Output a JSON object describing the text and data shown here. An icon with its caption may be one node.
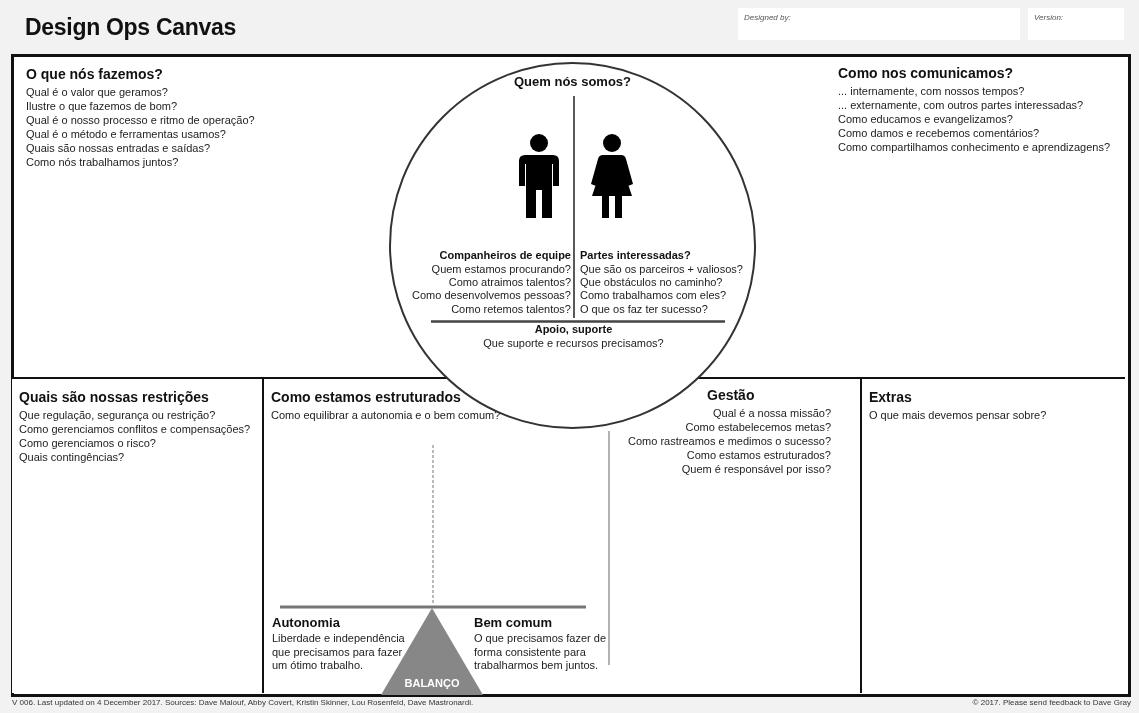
{
  "diagram": {
    "title": "Design Ops Canvas",
    "nodes": [
      {
        "text": [
          "O que nós fazemos?",
          "Qual é o valor que geramos?",
          "Ilustre o que fazemos de bom?",
          "Qual é o nosso processo e ritmo de operação?",
          "Qual é o método e ferramentas usamos?",
          "Quais são nossas entradas e saídas?",
          "Como nós trabalhamos juntos?"
        ]
      },
      {
        "text": [
          "Como nos comunicamos?",
          "... internamente, com nossos tempos?",
          "... externamente, com outros partes interessadas?",
          "Como educamos e evangelizamos?",
          "Como damos e recebemos comentários?",
          "Como compartilhamos conhecimento e aprendizagens?"
        ]
      },
      {
        "text": [
          "Quem nós somos?"
        ]
      },
      {
        "text": [
          "Companheiros de equipe",
          "Quem estamos procurando?",
          "Como atraimos talentos?",
          "Como desenvolvemos pessoas?",
          "Como retemos talentos?"
        ],
        "in": 2
      },
      {
        "text": [
          "Partes interessadas?",
          "Que são os parceiros + valiosos?",
          "Que obstáculos no caminho?",
          "Como trabalhamos com eles?",
          "O que os faz ter sucesso?"
        ],
        "in": 2
      },
      {
        "text": [
          "Apoio, suporte",
          "Que suporte e recursos precisamos?"
        ],
        "in": 2
      },
      {
        "text": [
          "Quais são nossas restrições",
          "Que regulação, segurança ou restrição?",
          "Como gerenciamos conflitos e compensações?",
          "Como gerenciamos o risco?",
          "Quais contingências?"
        ]
      },
      {
        "text": [
          "Como estamos estruturados",
          "Como equilibrar a autonomia e o bem comum?"
        ]
      },
      {
        "text": [
          "Gestão",
          "Qual é a nossa missão?",
          "Como estabelecemos metas?",
          "Como rastreamos e medimos o sucesso?",
          "Como estamos estruturados?",
          "Quem é responsável por isso?"
        ],
        "in": 7
      },
      {
        "text": [
          "Autonomia",
          "Liberdade e independência que precisamos para fazer um ótimo trabalho."
        ],
        "in": 7
      },
      {
        "text": [
          "Bem comum",
          "O que precisamos fazer de forma consistente para trabalharmos bem juntos."
        ],
        "in": 7
      },
      {
        "text": [
          "BALANÇO"
        ],
        "in": 7
      },
      {
        "text": [
          "Extras",
          "O que mais devemos pensar sobre?"
        ]
      },
      {
        "text": [
          "Designed by:"
        ]
      },
      {
        "text": [
          "Version:"
        ]
      }
    ],
    "labels": [
      "V 006. Last updated on 4 December 2017. Sources: Dave Malouf, Abby Covert, Kristin Skinner, Lou Rosenfeld, Dave Mastronardi.",
      "© 2017. Please send feedback to Dave Gray"
    ]
  }
}
